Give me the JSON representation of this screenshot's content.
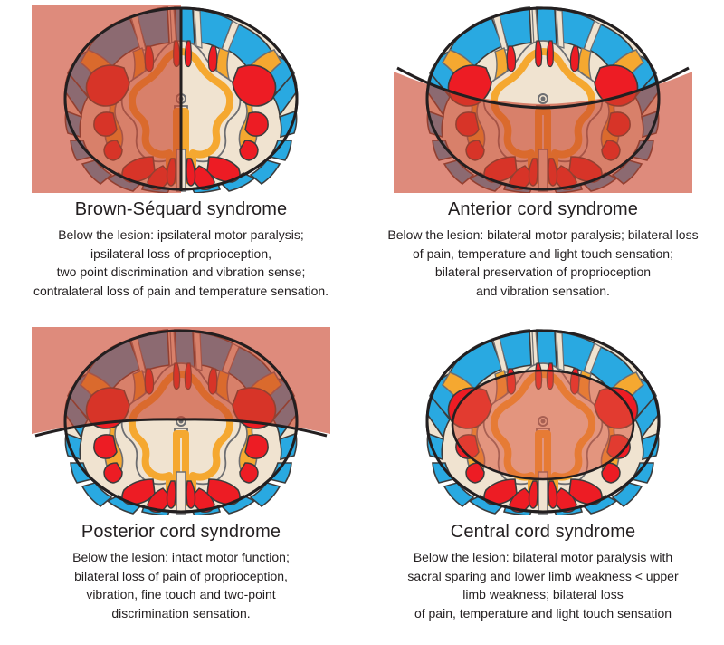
{
  "page": {
    "background_color": "#ffffff",
    "text_color": "#231f20"
  },
  "palette": {
    "white_matter_blue": "#29a9e1",
    "gray_matter_cream": "#f0e3d0",
    "tract_orange": "#f5a830",
    "nucleus_red": "#ed1c24",
    "outline_dark": "#231f20",
    "outline_gray": "#6d6e71",
    "lesion_fill": "#c9432b",
    "lesion_fill_light": "#e8795a",
    "central_canal_gray": "#6d6e71"
  },
  "panels": [
    {
      "id": "brown-sequard",
      "title": "Brown-Séquard syndrome",
      "description": "Below the lesion: ipsilateral motor paralysis;\nipsilateral loss of proprioception,\ntwo point discrimination and vibration sense;\ncontralateral loss of pain and temperature sensation.",
      "lesion_type": "hemisection-left",
      "lesion_label": "left-half-lesion-overlay"
    },
    {
      "id": "anterior-cord",
      "title": "Anterior cord syndrome",
      "description": "Below the lesion: bilateral motor paralysis; bilateral loss\nof pain, temperature and light touch sensation;\nbilateral preservation of proprioception\nand vibration sensation.",
      "lesion_type": "anterior",
      "lesion_label": "anterior-region-lesion-overlay"
    },
    {
      "id": "posterior-cord",
      "title": "Posterior cord syndrome",
      "description": "Below the lesion: intact motor function;\nbilateral loss of pain of proprioception,\nvibration, fine touch and two-point\ndiscrimination sensation.",
      "lesion_type": "posterior",
      "lesion_label": "posterior-region-lesion-overlay"
    },
    {
      "id": "central-cord",
      "title": "Central cord syndrome",
      "description": "Below the lesion: bilateral motor paralysis with\nsacral sparing and lower limb weakness < upper\nlimb weakness; bilateral loss\nof pain, temperature and light touch sensation",
      "lesion_type": "central",
      "lesion_label": "central-ellipse-lesion-overlay"
    }
  ]
}
